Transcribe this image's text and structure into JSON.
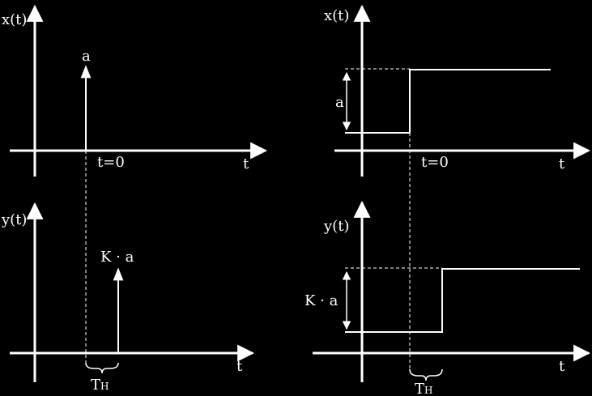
{
  "colors": {
    "background": "#000000",
    "foreground": "#ffffff"
  },
  "panels": {
    "impulse_input": {
      "ylabel": "x(t)",
      "xlabel": "t",
      "amplitude_label": "a",
      "time_label": "t=0"
    },
    "impulse_output": {
      "ylabel": "y(t)",
      "xlabel": "t",
      "amplitude_label": "K · a",
      "delay_label_main": "T",
      "delay_label_sub": "H"
    },
    "step_input": {
      "ylabel": "x(t)",
      "xlabel": "t",
      "amplitude_label": "a",
      "time_label": "t=0"
    },
    "step_output": {
      "ylabel": "y(t)",
      "xlabel": "t",
      "amplitude_label": "K · a",
      "delay_label_main": "T",
      "delay_label_sub": "H"
    }
  }
}
